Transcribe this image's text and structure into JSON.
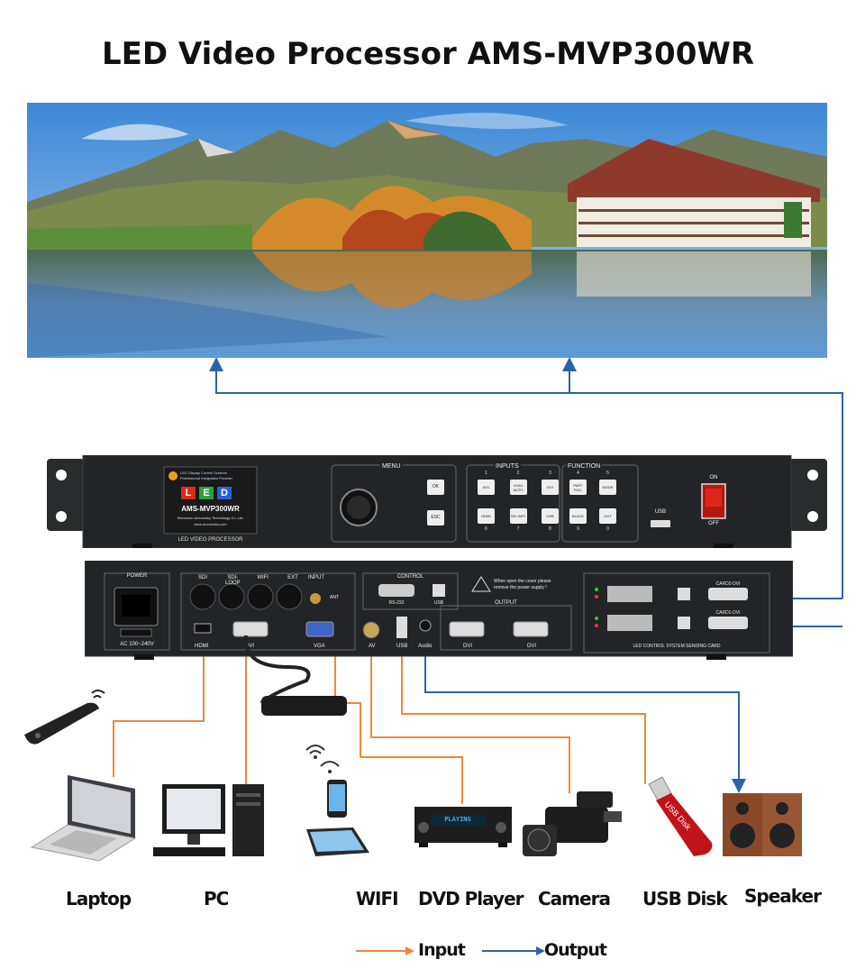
{
  "title": "LED Video Processor AMS-MVP300WR",
  "colors": {
    "input": "#f0883a",
    "output": "#2a64a8",
    "device": "#1e1f21",
    "power_red": "#e0261c"
  },
  "front_panel": {
    "brand_line1": "LED Display Control Scheme",
    "brand_line2": "Professional Integration Provider",
    "logo_letters": [
      "L",
      "E",
      "D"
    ],
    "model": "AMS-MVP300WR",
    "company": "Shenzhen Amoonsky Technology Co.,Ltd.",
    "website": "www.amoonsky.com",
    "panel_label": "LED VIDEO PROCESSOR",
    "menu_label": "MENU",
    "menu_buttons": [
      "OK",
      "ESC"
    ],
    "inputs_label": "INPUTS",
    "inputs_top_numbers": [
      "1",
      "2",
      "3"
    ],
    "inputs_bottom_numbers": [
      "6",
      "7",
      "8"
    ],
    "input_buttons_top": [
      "AV1",
      "VGA1 AUTO",
      "DVI"
    ],
    "input_buttons_bottom": [
      "HDMI",
      "SDI WIFI",
      "USB"
    ],
    "function_label": "FUNCTION",
    "function_top_numbers": [
      "4",
      "5"
    ],
    "function_bottom_numbers": [
      "9",
      "0"
    ],
    "function_buttons_top": [
      "PART FULL",
      "MODE"
    ],
    "function_buttons_bottom": [
      "BLACK",
      "OUT"
    ],
    "usb_label": "USB",
    "power_on": "ON",
    "power_off": "OFF"
  },
  "rear_panel": {
    "power_label": "POWER",
    "ac_label": "AC 100~240V",
    "top_ports": [
      "SDI",
      "SDI-LOOP",
      "WIFI",
      "EXT"
    ],
    "input_label": "INPUT",
    "ant_label": "ANT",
    "control_label": "CONTROL",
    "rs232_label": "RS-232",
    "usb_control_label": "USB",
    "warning_text_1": "When open the cover please",
    "warning_text_2": "remove the power supply !",
    "output_label": "OUTPUT",
    "bottom_ports": [
      "HDMI",
      "DVI",
      "VGA",
      "AV",
      "USB",
      "Audio",
      "DVI",
      "DVI"
    ],
    "card2_label": "CARD2-DVI",
    "card1_label": "CARD1-DVI",
    "card_section_label": "LED CONTROL SYSTEM SENDING CARD"
  },
  "devices": [
    {
      "label": "Laptop",
      "icon": "laptop-icon"
    },
    {
      "label": "PC",
      "icon": "pc-icon"
    },
    {
      "label": "WIFI",
      "icon": "wifi-devices-icon"
    },
    {
      "label": "DVD Player",
      "icon": "dvd-player-icon"
    },
    {
      "label": "Camera",
      "icon": "camera-icon"
    },
    {
      "label": "USB Disk",
      "icon": "usb-disk-icon"
    },
    {
      "label": "Speaker",
      "icon": "speaker-icon"
    }
  ],
  "usb_disk_text": "USB Disk",
  "dvd_display_text": "PLAYING",
  "legend": {
    "input": "Input",
    "output": "Output"
  }
}
